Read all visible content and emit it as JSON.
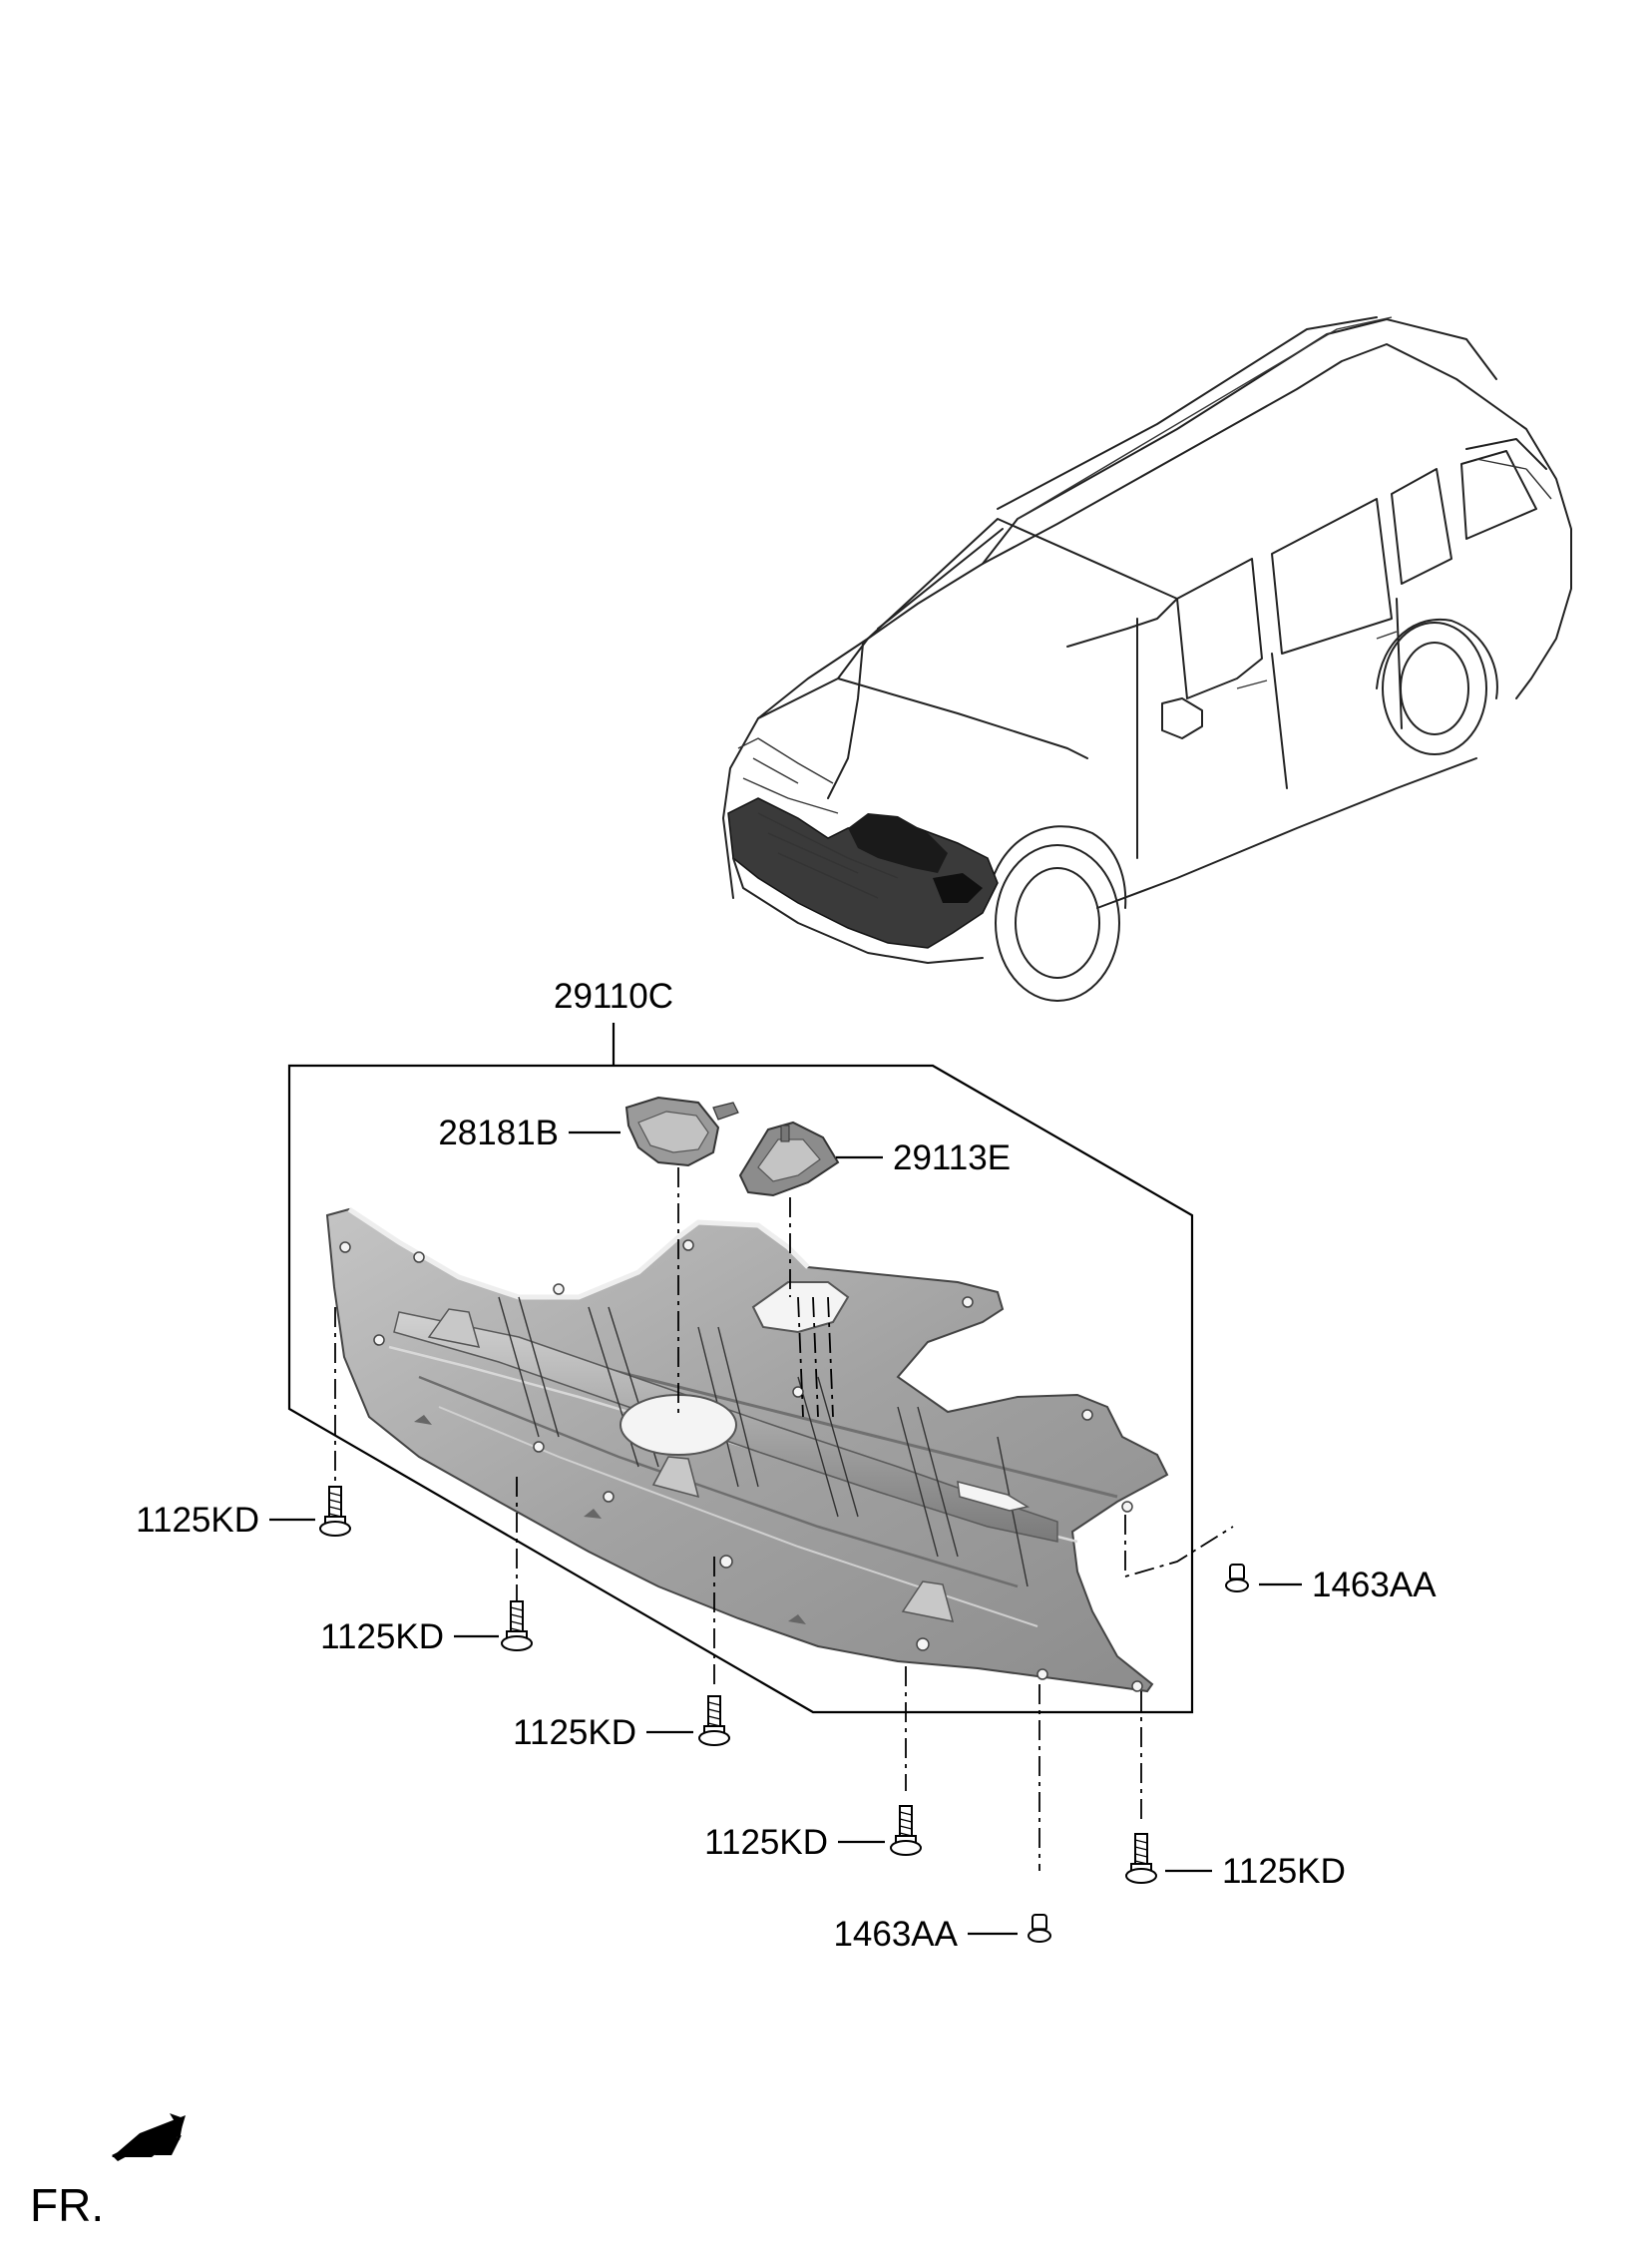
{
  "diagram": {
    "labels": {
      "assembly": "29110C",
      "cover_left": "28181B",
      "cover_right": "29113E",
      "bolt_1": "1125KD",
      "bolt_2": "1125KD",
      "bolt_3": "1125KD",
      "bolt_4": "1125KD",
      "bolt_5": "1125KD",
      "clip_1": "1463AA",
      "clip_2": "1463AA"
    },
    "direction_label": "FR.",
    "colors": {
      "panel_fill": "#a9a9a9",
      "panel_dark": "#7d7d7d",
      "line": "#000000",
      "car_highlight": "#3a3a3a"
    }
  }
}
